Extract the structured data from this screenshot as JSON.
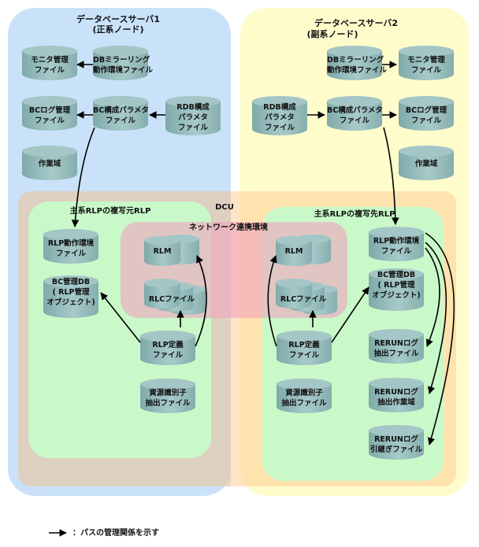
{
  "server1": {
    "title": "データベースサーバ1",
    "subtitle": "(正系ノード)"
  },
  "server2": {
    "title": "データベースサーバ2",
    "subtitle": "(副系ノード)"
  },
  "dcu_label": "DCU",
  "rlp_source_title": "主系RLPの複写元RLP",
  "rlp_dest_title": "主系RLPの複写先RLP",
  "network_title": "ネットワーク連携環境",
  "s1_files": {
    "monitor": [
      "モニタ管理",
      "ファイル"
    ],
    "dbmirror": [
      "DBミラーリング",
      "動作環境ファイル"
    ],
    "bclog": [
      "BCログ管理",
      "ファイル"
    ],
    "bcparam": [
      "BC構成パラメタ",
      "ファイル"
    ],
    "rdbparam": [
      "RDB構成",
      "パラメタ",
      "ファイル"
    ],
    "work": [
      "作業域"
    ]
  },
  "s2_files": {
    "dbmirror": [
      "DBミラーリング",
      "動作環境ファイル"
    ],
    "monitor": [
      "モニタ管理",
      "ファイル"
    ],
    "rdbparam": [
      "RDB構成",
      "パラメタ",
      "ファイル"
    ],
    "bcparam": [
      "BC構成パラメタ",
      "ファイル"
    ],
    "bclog": [
      "BCログ管理",
      "ファイル"
    ],
    "work": [
      "作業域"
    ]
  },
  "src_files": {
    "rlpenv": [
      "RLP動作環境",
      "ファイル"
    ],
    "bcdb": [
      "BC管理DB",
      "( RLP管理",
      "オブジェクト)"
    ],
    "rlm": "RLM",
    "rlc": "RLCファイル",
    "rlpdef": [
      "RLP定義",
      "ファイル"
    ],
    "resid": [
      "資源識別子",
      "抽出ファイル"
    ]
  },
  "dst_files": {
    "rlm": "RLM",
    "rlc": "RLCファイル",
    "rlpdef": [
      "RLP定義",
      "ファイル"
    ],
    "resid": [
      "資源識別子",
      "抽出ファイル"
    ],
    "rlpenv": [
      "RLP動作環境",
      "ファイル"
    ],
    "bcdb": [
      "BC管理DB",
      "( RLP管理",
      "オブジェクト)"
    ],
    "rerun_extract": [
      "RERUNログ",
      "抽出ファイル"
    ],
    "rerun_work": [
      "RERUNログ",
      "抽出作業域"
    ],
    "rerun_takeover": [
      "RERUNログ",
      "引継ぎファイル"
    ]
  },
  "legend": {
    "text": "：パスの管理関係を示す"
  }
}
